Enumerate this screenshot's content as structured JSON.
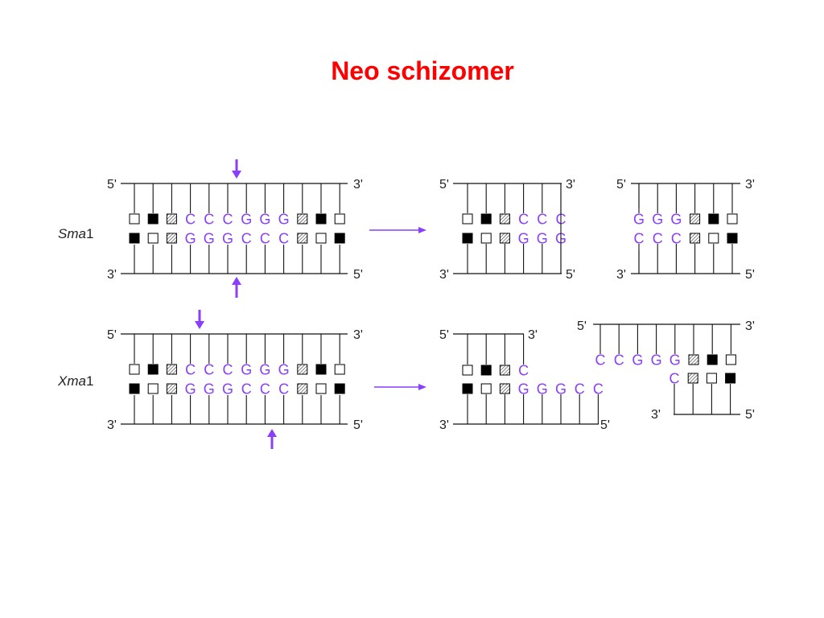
{
  "slide": {
    "title": "Neo schizomer"
  },
  "colors": {
    "title": "#ff0000",
    "accent": "#8a3ffc",
    "line": "#111111"
  },
  "labels": {
    "five_prime": "5'",
    "three_prime": "3'"
  },
  "enzymes": [
    {
      "name_italic": "Sma",
      "name_suffix": "1",
      "top_strand": [
        "white",
        "black",
        "hatched",
        "C",
        "C",
        "C",
        "G",
        "G",
        "G",
        "hatched",
        "black",
        "white"
      ],
      "bottom_strand": [
        "black",
        "white",
        "hatched",
        "G",
        "G",
        "G",
        "C",
        "C",
        "C",
        "hatched",
        "white",
        "black"
      ],
      "product_left": {
        "top": [
          "white",
          "black",
          "hatched",
          "C",
          "C",
          "C"
        ],
        "bottom": [
          "black",
          "white",
          "hatched",
          "G",
          "G",
          "G"
        ]
      },
      "product_right": {
        "top": [
          "G",
          "G",
          "G",
          "hatched",
          "black",
          "white"
        ],
        "bottom": [
          "C",
          "C",
          "C",
          "hatched",
          "white",
          "black"
        ]
      }
    },
    {
      "name_italic": "Xma",
      "name_suffix": "1",
      "top_strand": [
        "white",
        "black",
        "hatched",
        "C",
        "C",
        "C",
        "G",
        "G",
        "G",
        "hatched",
        "black",
        "white"
      ],
      "bottom_strand": [
        "black",
        "white",
        "hatched",
        "G",
        "G",
        "G",
        "C",
        "C",
        "C",
        "hatched",
        "white",
        "black"
      ],
      "product_left": {
        "top": [
          "white",
          "black",
          "hatched",
          "C"
        ],
        "bottom": [
          "black",
          "white",
          "hatched",
          "G",
          "G",
          "G",
          "C",
          "C"
        ]
      },
      "product_right": {
        "top": [
          "C",
          "C",
          "G",
          "G",
          "G",
          "hatched",
          "black",
          "white"
        ],
        "bottom": [
          "C",
          "hatched",
          "white",
          "black"
        ]
      }
    }
  ]
}
